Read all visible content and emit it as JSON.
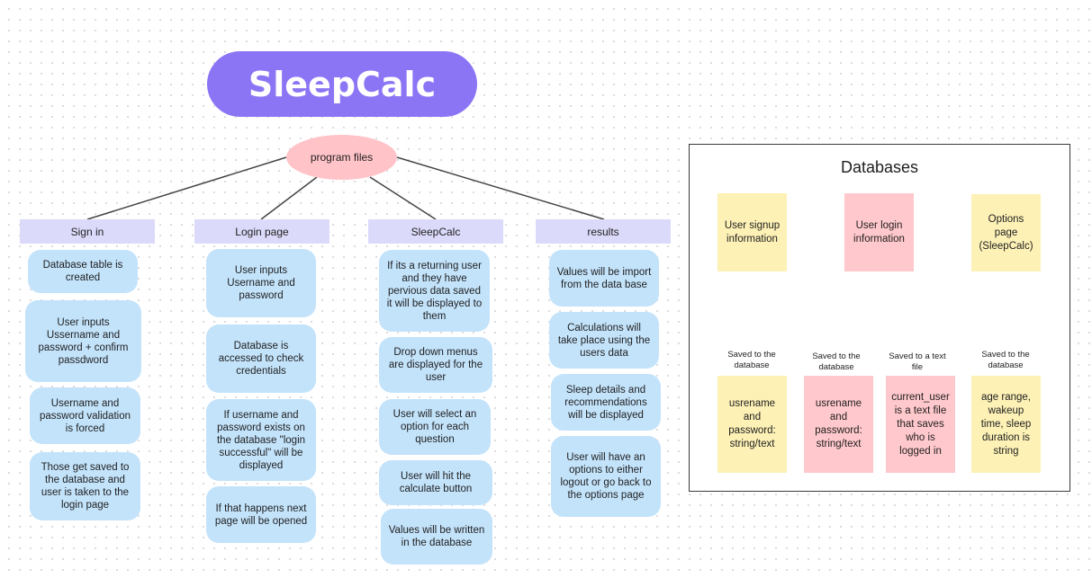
{
  "title": "SleepCalc",
  "root": "program files",
  "branches": [
    {
      "header": "Sign in",
      "notes": [
        "Database table is created",
        "User inputs Ussername and password + confirm passdword",
        "Username and password validation is forced",
        "Those get saved to the database and user is taken to the login page"
      ]
    },
    {
      "header": "Login page",
      "notes": [
        "User inputs Username and password",
        "Database is accessed to check credentials",
        "If username and password exists on the database \"login successful\" will be displayed",
        "If that happens next page will be opened"
      ]
    },
    {
      "header": "SleepCalc",
      "notes": [
        "If its a returning user and they have pervious data saved it will be displayed to them",
        "Drop down menus are displayed for the user",
        "User will select an option for each question",
        "User will hit the calculate button",
        "Values will be written in the database"
      ]
    },
    {
      "header": "results",
      "notes": [
        "Values will be import from the data base",
        "Calculations will take place using the users data",
        "Sleep details and recommendations will be displayed",
        "User will have an options to either logout or go back to the options page"
      ]
    }
  ],
  "databases": {
    "title": "Databases",
    "sources": [
      "User signup information",
      "User login information",
      "Options page (SleepCalc)"
    ],
    "captions": [
      "Saved to the database",
      "Saved to the database",
      "Saved to a text file",
      "Saved to the database"
    ],
    "stores": [
      "usrename and password: string/text",
      "usrename and password: string/text",
      "current_user is a text file that saves who is logged in",
      "age range, wakeup time, sleep duration is string"
    ]
  },
  "colors": {
    "title_pill": "#8c75f5",
    "root_node": "#ffc3c8",
    "header": "#dcdafa",
    "note": "#c3e3fb",
    "sticky_yellow": "#fdf1b6",
    "sticky_pink": "#ffc8cc"
  }
}
